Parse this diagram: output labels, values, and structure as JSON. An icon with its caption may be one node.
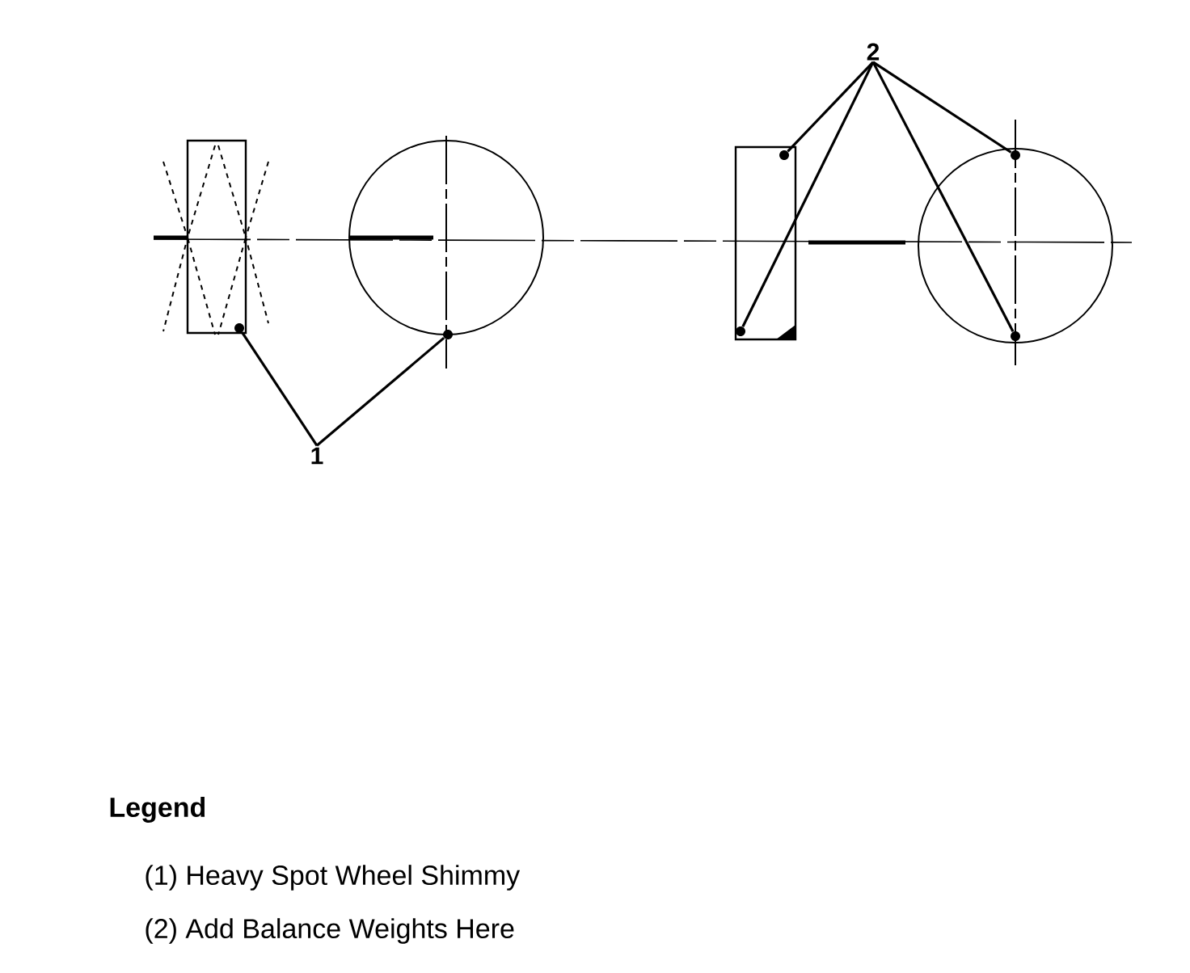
{
  "diagram": {
    "nodes": [
      {
        "text": [
          "1"
        ]
      },
      {
        "text": [],
        "shape": "circle"
      },
      {
        "text": [],
        "shape": "circle"
      },
      {
        "text": [
          "2"
        ]
      },
      {
        "text": [],
        "shape": "circle"
      },
      {
        "text": [],
        "shape": "circle"
      },
      {
        "text": [],
        "shape": "circle"
      },
      {
        "text": [],
        "shape": "circle"
      }
    ],
    "edges": [
      {
        "from": 0,
        "to": 1,
        "arrow": "none"
      },
      {
        "from": 0,
        "to": 2,
        "arrow": "none"
      },
      {
        "from": 3,
        "to": 4,
        "arrow": "none"
      },
      {
        "from": 3,
        "to": 5,
        "arrow": "none"
      },
      {
        "from": 3,
        "to": 6,
        "arrow": "none"
      },
      {
        "from": 3,
        "to": 7,
        "arrow": "none"
      }
    ],
    "labels": [
      "Legend"
    ],
    "legend": [
      {
        "text": "(1) Heavy Spot Wheel Shimmy"
      },
      {
        "text": "(2) Add Balance Weights Here"
      }
    ]
  }
}
